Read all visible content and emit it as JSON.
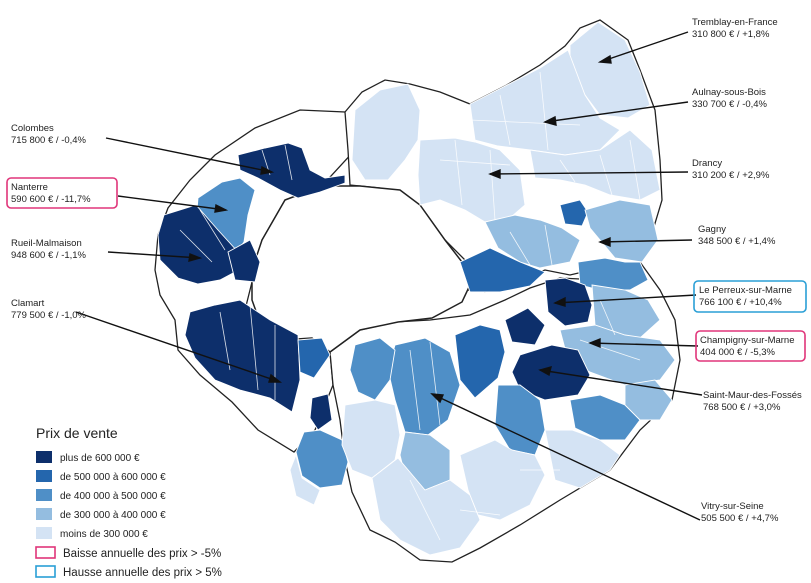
{
  "colors": {
    "c5": "#0d2f6b",
    "c4": "#2466ad",
    "c3": "#4f8fc7",
    "c2": "#94bde0",
    "c1": "#d4e3f4",
    "decrease_outline": "#e0357a",
    "increase_outline": "#2a9fd6",
    "boundary": "#222222",
    "arrow": "#111111"
  },
  "legend": {
    "title": "Prix de vente",
    "classes": [
      {
        "label": "plus de 600 000 €",
        "color_key": "c5"
      },
      {
        "label": "de 500 000 à 600 000 €",
        "color_key": "c4"
      },
      {
        "label": "de 400 000 à 500 000 €",
        "color_key": "c3"
      },
      {
        "label": "de 300 000 à 400 000 €",
        "color_key": "c2"
      },
      {
        "label": "moins de 300 000 €",
        "color_key": "c1"
      }
    ],
    "outline_decrease": "Baisse annuelle des prix > -5%",
    "outline_increase": "Hausse annuelle des prix > 5%"
  },
  "cities": [
    {
      "id": "tremblay",
      "name": "Tremblay-en-France",
      "price": "310 800 €",
      "change": "+1,8%",
      "highlight": ""
    },
    {
      "id": "aulnay",
      "name": "Aulnay-sous-Bois",
      "price": "330 700 €",
      "change": "-0,4%",
      "highlight": ""
    },
    {
      "id": "drancy",
      "name": "Drancy",
      "price": "310 200 €",
      "change": "+2,9%",
      "highlight": ""
    },
    {
      "id": "gagny",
      "name": "Gagny",
      "price": "348 500 €",
      "change": "+1,4%",
      "highlight": ""
    },
    {
      "id": "perreux",
      "name": "Le Perreux-sur-Marne",
      "price": "766 100 €",
      "change": "+10,4%",
      "highlight": "increase"
    },
    {
      "id": "champigny",
      "name": "Champigny-sur-Marne",
      "price": "404 000 €",
      "change": "-5,3%",
      "highlight": "decrease"
    },
    {
      "id": "saintmaur",
      "name": "Saint-Maur-des-Fossés",
      "price": "768 500 €",
      "change": "+3,0%",
      "highlight": ""
    },
    {
      "id": "vitry",
      "name": "Vitry-sur-Seine",
      "price": "505 500 €",
      "change": "+4,7%",
      "highlight": ""
    },
    {
      "id": "colombes",
      "name": "Colombes",
      "price": "715 800 €",
      "change": "-0,4%",
      "highlight": ""
    },
    {
      "id": "nanterre",
      "name": "Nanterre",
      "price": "590 600 €",
      "change": "-11,7%",
      "highlight": "decrease"
    },
    {
      "id": "rueil",
      "name": "Rueil-Malmaison",
      "price": "948 600 €",
      "change": "-1,1%",
      "highlight": ""
    },
    {
      "id": "clamart",
      "name": "Clamart",
      "price": "779 500 €",
      "change": "-1,0%",
      "highlight": ""
    }
  ]
}
